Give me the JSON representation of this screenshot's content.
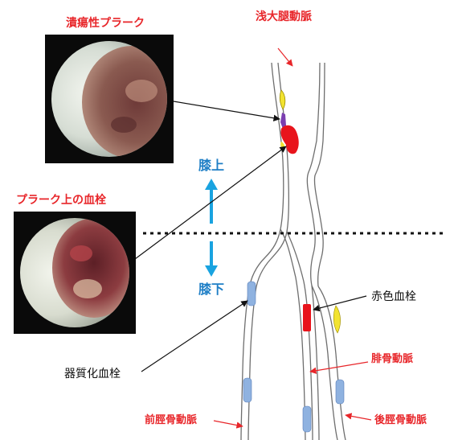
{
  "labels": {
    "ulcer_plaque": "潰瘍性プラーク",
    "thrombus_on_plaque": "プラーク上の血栓",
    "superficial_femoral_artery": "浅大腿動脈",
    "above_knee": "膝上",
    "below_knee": "膝下",
    "red_thrombus": "赤色血栓",
    "organized_thrombus": "器質化血栓",
    "peroneal_artery": "腓骨動脈",
    "anterior_tibial_artery": "前脛骨動脈",
    "posterior_tibial_artery": "後脛骨動脈"
  },
  "colors": {
    "label_red": "#e8262a",
    "label_blue": "#1f7fc6",
    "arrow_blue": "#19a3e0",
    "thrombus_red": "#e8141c",
    "plaque_yellow": "#f2e330",
    "plaque_purple": "#7b3fb0",
    "organized_blue": "#8fb2e0"
  }
}
